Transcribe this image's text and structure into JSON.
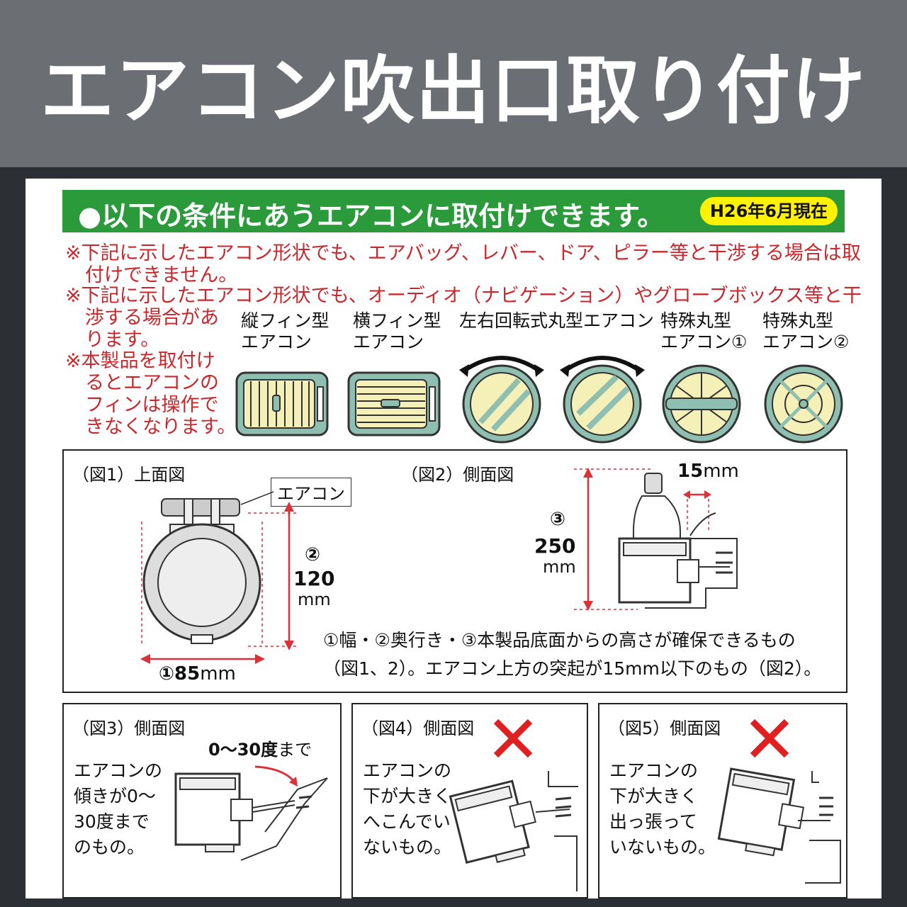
{
  "header": {
    "title": "エアコン吹出口取り付け"
  },
  "conditions": {
    "heading": "●以下の条件にあうエアコンに取付けできます。",
    "as_of": "H26年6月現在",
    "note1_line1": "※下記に示したエアコン形状でも、エアバッグ、レバー、ドア、ピラー等と干渉する場合は取",
    "note1_line2": "付けできません。",
    "note2_line1": "※下記に示したエアコン形状でも、オーディオ（ナビゲーション）やグローブボックス等と干",
    "note2_line2": "渉する場合があ",
    "note2_line3": "ります。",
    "note3_line1": "※本製品を取付け",
    "note3_line2": "るとエアコンの",
    "note3_line3": "フィンは操作で",
    "note3_line4": "きなくなります。"
  },
  "vent_types": [
    {
      "line1": "縦フィン型",
      "line2": "エアコン",
      "icon": "vertical-fin-vent-icon"
    },
    {
      "line1": "横フィン型",
      "line2": "エアコン",
      "icon": "horizontal-fin-vent-icon"
    },
    {
      "line1": "左右回転式丸型エアコン",
      "line2": "",
      "icon": "rotating-round-vent-icon"
    },
    {
      "line1": "特殊丸型",
      "line2": "エアコン①",
      "icon": "special-round-vent-1-icon"
    },
    {
      "line1": "特殊丸型",
      "line2": "エアコン②",
      "icon": "special-round-vent-2-icon"
    }
  ],
  "fig1": {
    "title": "（図1）上面図",
    "aircon_label": "エアコン",
    "depth_marker": "②",
    "depth_value": "120",
    "depth_unit": "mm",
    "width_label": "①85",
    "width_unit": "mm"
  },
  "fig2": {
    "title": "（図2）側面図",
    "gap_value": "15",
    "gap_unit": "mm",
    "height_marker": "③",
    "height_value": "250",
    "height_unit": "mm",
    "desc_line1": "①幅・②奥行き・③本製品底面からの高さが確保できるもの",
    "desc_line2": "（図1、2）。エアコン上方の突起が15mm以下のもの（図2）。"
  },
  "fig3": {
    "title": "（図3）側面図",
    "angle_label_bold": "0〜30度",
    "angle_label_suffix": "まで",
    "desc": [
      "エアコンの",
      "傾きが0〜",
      "30度まで",
      "のもの。"
    ]
  },
  "fig4": {
    "title": "（図4）側面図",
    "desc": [
      "エアコンの",
      "下が大きく",
      "へこんでい",
      "ないもの。"
    ]
  },
  "fig5": {
    "title": "（図5）側面図",
    "desc": [
      "エアコンの",
      "下が大きく",
      "出っ張って",
      "いないもの。"
    ]
  },
  "colors": {
    "banner": "#6b6e72",
    "background": "#2c2f34",
    "green": "#2b9a3b",
    "badge": "#fff200",
    "note_red": "#c8282c",
    "vent_fill": "#f5f0b8",
    "vent_frame": "#8fbfb0",
    "dim_red": "#d9333a"
  }
}
